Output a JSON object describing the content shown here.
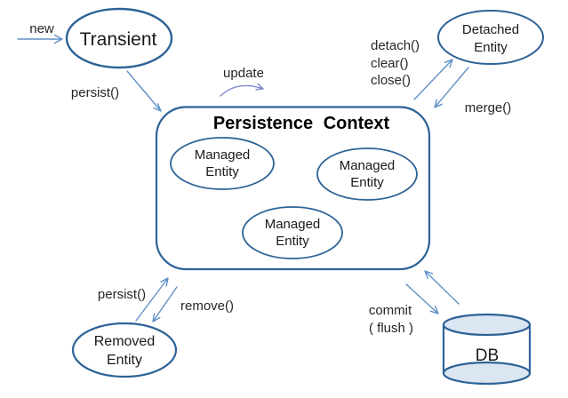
{
  "title": "Persistence Context",
  "colors": {
    "shape_stroke": "#2d6396",
    "arrow_blue": "#6191c6",
    "update_arrow": "#8287d2",
    "db_fill": "#dce6f2",
    "title_color": "#000000",
    "label_color": "#262626"
  },
  "nodes": {
    "transient": {
      "label": "Transient"
    },
    "detached": {
      "line1": "Detached",
      "line2": "Entity"
    },
    "managed": {
      "line1": "Managed",
      "line2": "Entity"
    },
    "removed": {
      "line1": "Removed",
      "line2": "Entity"
    },
    "db": {
      "label": "DB"
    }
  },
  "edges": {
    "new": "new",
    "persist_top": "persist()",
    "update": "update",
    "detach": "detach()",
    "clear": "clear()",
    "close": "close()",
    "merge": "merge()",
    "persist_bottom": "persist()",
    "remove": "remove()",
    "commit": "commit",
    "flush": "( flush )"
  }
}
